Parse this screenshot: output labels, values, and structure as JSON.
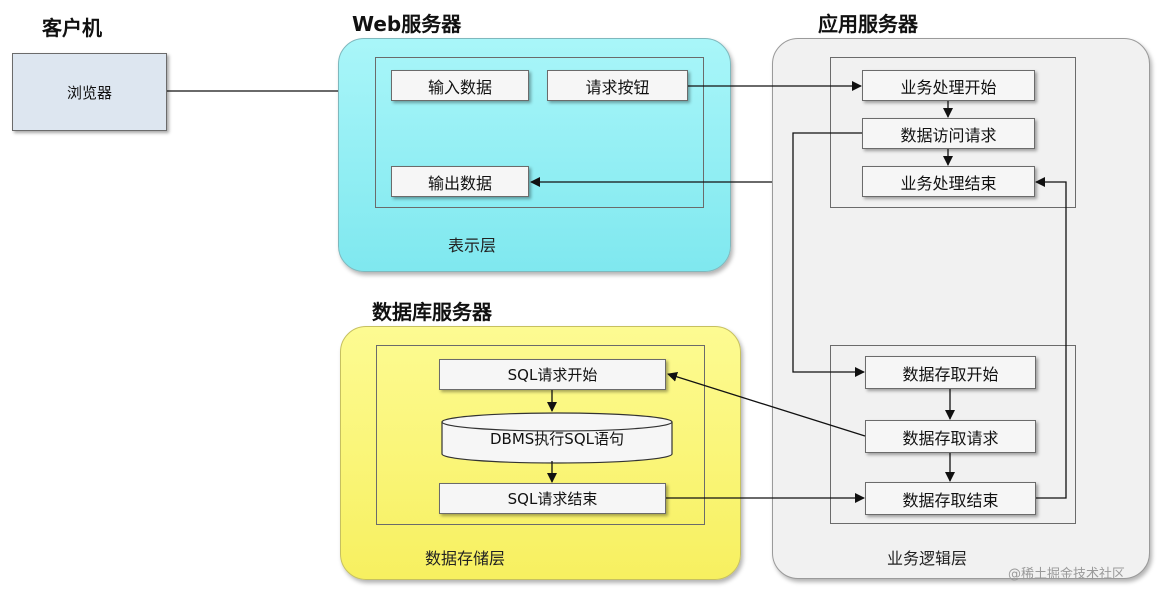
{
  "client": {
    "title": "客户机",
    "browser": "浏览器"
  },
  "web": {
    "title": "Web服务器",
    "input_data": "输入数据",
    "request_button": "请求按钮",
    "output_data": "输出数据",
    "layer": "表示层",
    "color": "#8ef0f4"
  },
  "app": {
    "title": "应用服务器",
    "biz_start": "业务处理开始",
    "data_access_request": "数据访问请求",
    "biz_end": "业务处理结束",
    "data_access_start": "数据存取开始",
    "data_access_req": "数据存取请求",
    "data_access_end": "数据存取结束",
    "layer": "业务逻辑层",
    "color": "#f1f1f1"
  },
  "db": {
    "title": "数据库服务器",
    "sql_start": "SQL请求开始",
    "dbms_exec": "DBMS执行SQL语句",
    "sql_end": "SQL请求结束",
    "layer": "数据存储层",
    "color": "#fbf779"
  },
  "watermark": "@稀土掘金技术社区"
}
